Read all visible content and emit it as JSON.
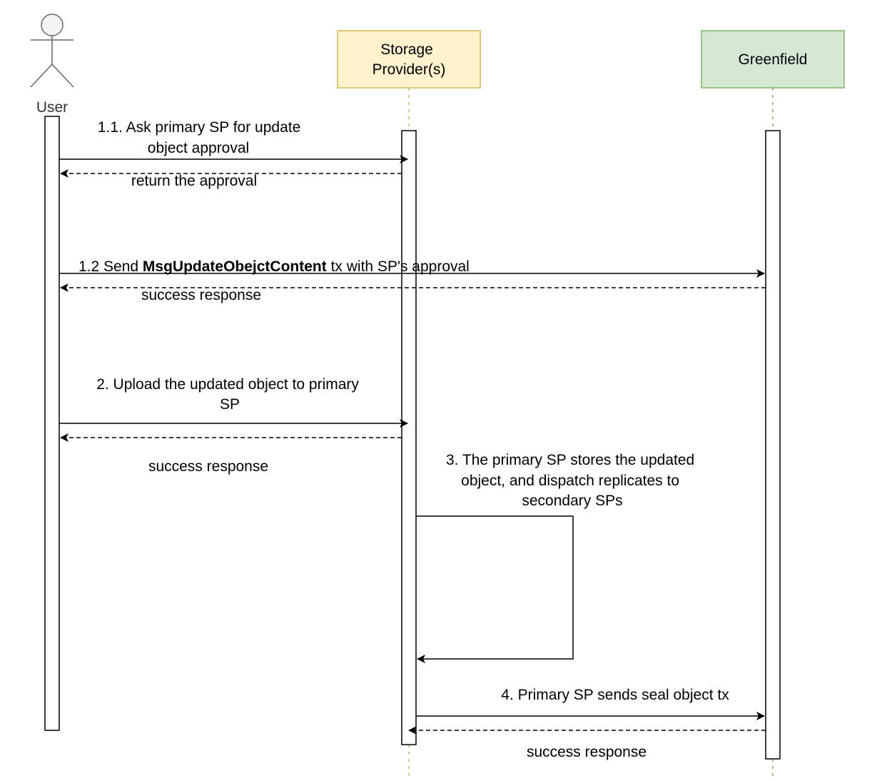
{
  "participants": {
    "user": {
      "label": "User"
    },
    "sp": {
      "label_lines": [
        "Storage",
        "Provider(s)"
      ],
      "fill": "#fff2cc",
      "stroke": "#d6b656"
    },
    "gf": {
      "label": "Greenfield",
      "fill": "#d5e8d4",
      "stroke": "#82b366"
    }
  },
  "messages": {
    "m1_1": {
      "lines": [
        "1.1.  Ask primary SP for update",
        "object approval"
      ]
    },
    "r1_1": {
      "text": "return the approval"
    },
    "m1_2": {
      "prefix": "1.2 Send ",
      "bold": "MsgUpdateObejctContent",
      "suffix": " tx with SP's approval"
    },
    "r1_2": {
      "text": "success response"
    },
    "m2": {
      "lines": [
        "2. Upload the updated object to primary",
        "SP"
      ]
    },
    "r2": {
      "text": "success response"
    },
    "m3": {
      "lines": [
        "3. The primary SP stores the updated",
        "object, and dispatch replicates to",
        "secondary SPs"
      ]
    },
    "m4": {
      "text": "4. Primary SP sends seal object tx"
    },
    "r4": {
      "text": "success response"
    }
  },
  "colors": {
    "user_lifeline": "#000000",
    "sp_lifeline": "#d6b656",
    "gf_lifeline": "#82b366",
    "actor_stroke": "#666666",
    "actor_fill": "#f5f5f5"
  }
}
